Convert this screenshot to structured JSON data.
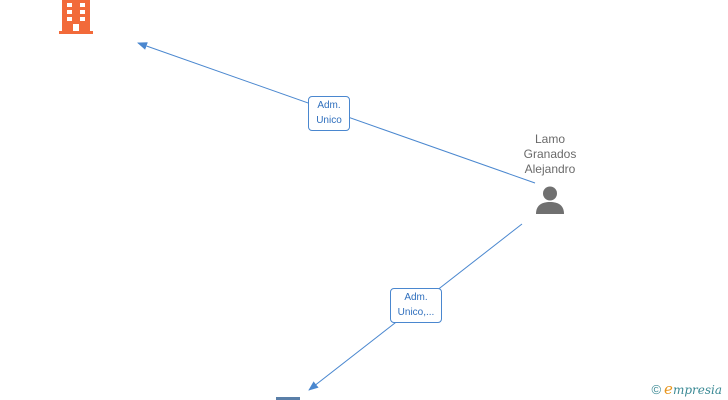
{
  "colors": {
    "edge": "#4a87cf",
    "company_icon": "#f26a3a",
    "person_icon": "#707070",
    "label_text": "#2f6fbd",
    "name_text": "#6a6a6a",
    "brand_accent": "#e8961f",
    "brand_text": "#3b8a95"
  },
  "nodes": {
    "person": {
      "name_lines": [
        "Lamo",
        "Granados",
        "Alejandro"
      ],
      "icon": "person-icon"
    },
    "company_top": {
      "icon": "building-icon"
    },
    "company_bottom": {
      "icon": "building-icon"
    }
  },
  "edges": [
    {
      "label_lines": [
        "Adm.",
        "Unico"
      ],
      "from": "person",
      "to": "company_top"
    },
    {
      "label_lines": [
        "Adm.",
        "Unico,..."
      ],
      "from": "person",
      "to": "company_bottom"
    }
  ],
  "watermark": {
    "copyright_symbol": "©",
    "brand_first_letter": "e",
    "brand_rest": "mpresia"
  }
}
